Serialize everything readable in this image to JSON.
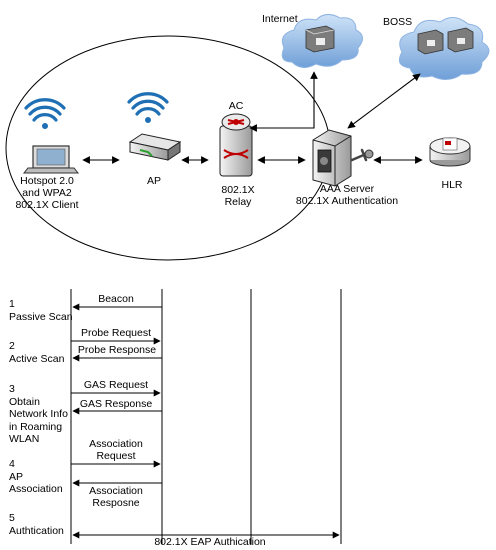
{
  "nodes": {
    "internet": "Internet",
    "boss": "BOSS",
    "ac": "AC",
    "client": [
      "Hotspot 2.0",
      "and WPA2",
      "802.1X Client"
    ],
    "ap": "AP",
    "relay": [
      "802.1X",
      "Relay"
    ],
    "aaa": [
      "AAA Server",
      "802.1X Authentication"
    ],
    "hlr": "HLR"
  },
  "steps": [
    {
      "num": "1",
      "lines": [
        "Passive Scan"
      ]
    },
    {
      "num": "2",
      "lines": [
        "Active Scan"
      ]
    },
    {
      "num": "3",
      "lines": [
        "Obtain",
        "Network Info",
        "in Roaming",
        "WLAN"
      ]
    },
    {
      "num": "4",
      "lines": [
        "AP",
        "Association"
      ]
    },
    {
      "num": "5",
      "lines": [
        "Authtication"
      ]
    }
  ],
  "messages": {
    "beacon": "Beacon",
    "probe_request": "Probe Request",
    "probe_response": "Probe Response",
    "gas_request": "GAS Request",
    "gas_response": "GAS Response",
    "assoc_request": [
      "Association",
      "Request"
    ],
    "assoc_response": [
      "Association",
      "Resposne"
    ],
    "eap": "802.1X EAP Authication"
  }
}
